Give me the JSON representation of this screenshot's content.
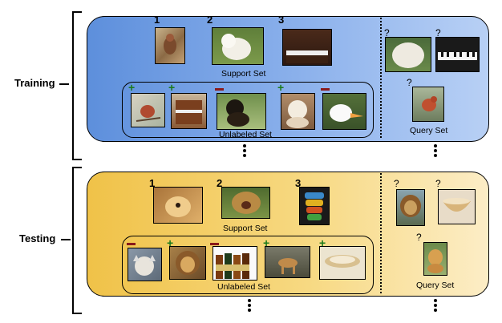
{
  "rows": {
    "training": {
      "label": "Training"
    },
    "testing": {
      "label": "Testing"
    }
  },
  "captions": {
    "support": "Support Set",
    "unlabeled": "Unlabeled Set",
    "query": "Query Set"
  },
  "markers": {
    "n1": "1",
    "n2": "2",
    "n3": "3",
    "q": "?"
  },
  "colors": {
    "training_panel": "#6f9be2",
    "testing_panel": "#f3cb5c",
    "positive": "#1b7a1b",
    "negative": "#8a1a1a"
  },
  "images": {
    "training_support": [
      "bird",
      "white dog",
      "piano"
    ],
    "training_unlabeled": [
      "bird",
      "piano",
      "black dog",
      "puppy",
      "duck"
    ],
    "training_query": [
      "white dog",
      "piano",
      "bird"
    ],
    "testing_support": [
      "golden retriever",
      "lion",
      "bowls"
    ],
    "testing_unlabeled": [
      "wolf",
      "lion",
      "bottles",
      "dog",
      "bowls"
    ],
    "testing_query": [
      "lion",
      "bowl",
      "golden retriever"
    ]
  },
  "unlabeled_signs": {
    "training": [
      "+",
      "+",
      "-",
      "+",
      "-"
    ],
    "testing": [
      "-",
      "+",
      "-",
      "+",
      "+"
    ]
  }
}
